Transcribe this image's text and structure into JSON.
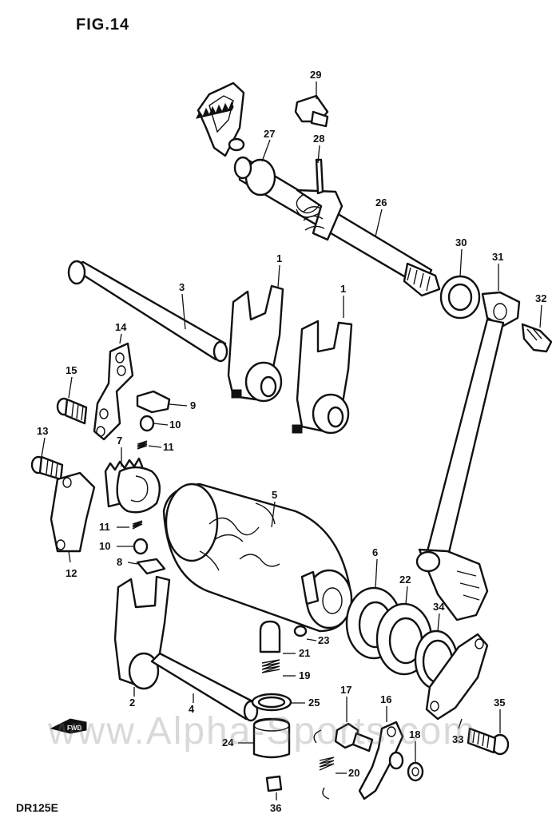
{
  "title": "FIG.14",
  "model": "DR125E",
  "watermark": "www.Alpha-Sports.com",
  "parts": [
    {
      "id": "p1a",
      "label": "1"
    },
    {
      "id": "p1b",
      "label": "1"
    },
    {
      "id": "p2",
      "label": "2"
    },
    {
      "id": "p3",
      "label": "3"
    },
    {
      "id": "p4",
      "label": "4"
    },
    {
      "id": "p5",
      "label": "5"
    },
    {
      "id": "p6",
      "label": "6"
    },
    {
      "id": "p7",
      "label": "7"
    },
    {
      "id": "p8",
      "label": "8"
    },
    {
      "id": "p9",
      "label": "9"
    },
    {
      "id": "p10a",
      "label": "10"
    },
    {
      "id": "p10b",
      "label": "10"
    },
    {
      "id": "p11a",
      "label": "11"
    },
    {
      "id": "p11b",
      "label": "11"
    },
    {
      "id": "p12",
      "label": "12"
    },
    {
      "id": "p13",
      "label": "13"
    },
    {
      "id": "p14",
      "label": "14"
    },
    {
      "id": "p15",
      "label": "15"
    },
    {
      "id": "p16",
      "label": "16"
    },
    {
      "id": "p17",
      "label": "17"
    },
    {
      "id": "p18",
      "label": "18"
    },
    {
      "id": "p19",
      "label": "19"
    },
    {
      "id": "p20",
      "label": "20"
    },
    {
      "id": "p21",
      "label": "21"
    },
    {
      "id": "p22",
      "label": "22"
    },
    {
      "id": "p23",
      "label": "23"
    },
    {
      "id": "p24",
      "label": "24"
    },
    {
      "id": "p25",
      "label": "25"
    },
    {
      "id": "p26",
      "label": "26"
    },
    {
      "id": "p27",
      "label": "27"
    },
    {
      "id": "p28",
      "label": "28"
    },
    {
      "id": "p29",
      "label": "29"
    },
    {
      "id": "p30",
      "label": "30"
    },
    {
      "id": "p31",
      "label": "31"
    },
    {
      "id": "p32",
      "label": "32"
    },
    {
      "id": "p33",
      "label": "33"
    },
    {
      "id": "p34",
      "label": "34"
    },
    {
      "id": "p35",
      "label": "35"
    },
    {
      "id": "p36",
      "label": "36"
    }
  ],
  "fwd_mark": "FWD"
}
